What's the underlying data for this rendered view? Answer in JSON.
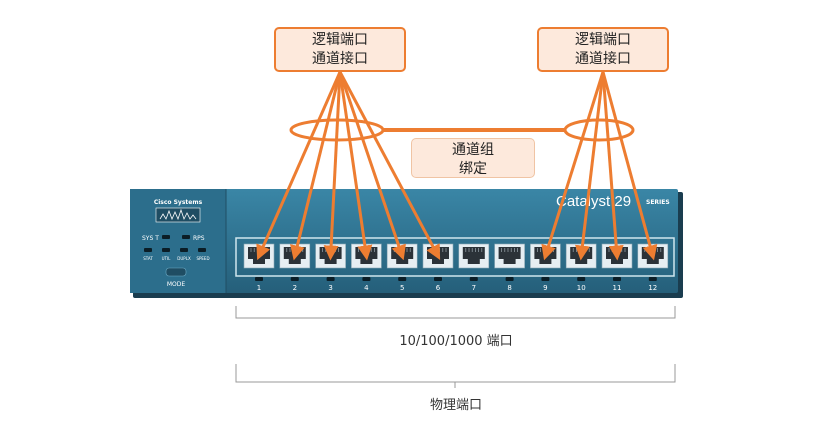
{
  "callouts": {
    "logical_port_left": {
      "line1": "逻辑端口",
      "line2": "通道接口"
    },
    "logical_port_right": {
      "line1": "逻辑端口",
      "line2": "通道接口"
    },
    "channel_group": {
      "line1": "通道组",
      "line2": "绑定"
    }
  },
  "switch": {
    "brand": "Cisco Systems",
    "model": "Catalyst 29",
    "series": "SERIES",
    "indicators": {
      "sys": "SYS T",
      "rps": "RPS",
      "stat": "STAT",
      "util": "UTIL",
      "duplex": "DUPLX",
      "speed": "SPEED"
    },
    "mode_label": "MODE",
    "ports": [
      "1",
      "2",
      "3",
      "4",
      "5",
      "6",
      "7",
      "8",
      "9",
      "10",
      "11",
      "12"
    ],
    "bound_group_a": [
      1,
      2,
      3,
      4,
      5,
      6
    ],
    "bound_group_b": [
      9,
      10,
      11,
      12
    ]
  },
  "labels": {
    "ports_bracket": "10/100/1000 端口",
    "physical_bracket": "物理端口"
  },
  "colors": {
    "accent_orange": "#ed7d31",
    "callout_fill": "#fde9dc",
    "switch_body": "#2c6e8c",
    "switch_dark": "#1f4d63"
  }
}
